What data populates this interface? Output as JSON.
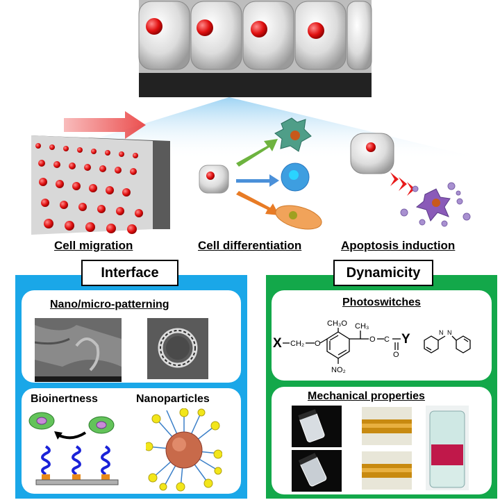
{
  "top": {
    "labels": {
      "migration": "Cell migration",
      "differentiation": "Cell differentiation",
      "apoptosis": "Apoptosis induction"
    }
  },
  "interface": {
    "title": "Interface",
    "color": "#1aa7e8",
    "patterning_title": "Nano/micro-patterning",
    "bioinertness_title": "Bioinertness",
    "nanoparticles_title": "Nanoparticles"
  },
  "dynamicity": {
    "title": "Dynamicity",
    "color": "#13a84a",
    "photoswitches_title": "Photoswitches",
    "mechanical_title": "Mechanical properties",
    "formula": {
      "x": "X",
      "ch2": "CH₂",
      "o1": "O",
      "ch3o": "CH₃O",
      "ch3": "CH₃",
      "o2": "O",
      "o3": "O",
      "c": "C",
      "y": "Y",
      "o4": "O",
      "no2": "NO₂",
      "n1": "N",
      "n2": "N"
    }
  }
}
